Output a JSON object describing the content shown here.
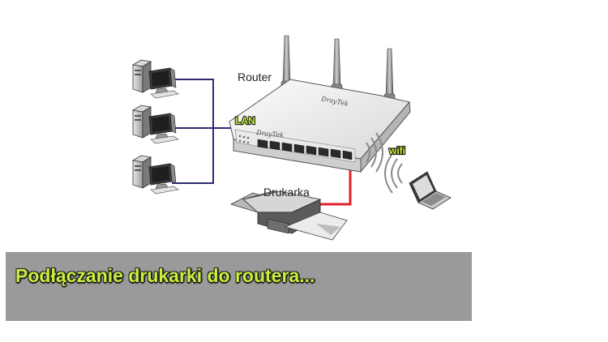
{
  "diagram": {
    "router_label": "Router",
    "lan_label": "LAN",
    "wifi_label": "wifi",
    "printer_label": "Drukarka",
    "brand_text": "DrayTek"
  },
  "banner": {
    "title": "Podłączanie drukarki do routera..."
  },
  "colors": {
    "lan_cable": "#2c2c6e",
    "printer_cable": "#e0202a",
    "banner_bg": "#9a9a9a",
    "banner_text": "#c8ef3c"
  }
}
